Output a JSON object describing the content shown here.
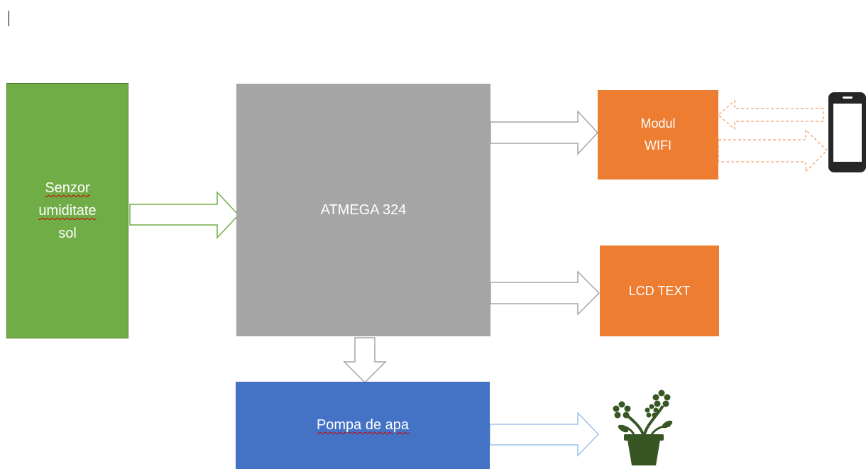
{
  "blocks": {
    "sensor": {
      "line1": "Senzor",
      "line2": "umiditate",
      "line3": "sol",
      "color": "#70ad47"
    },
    "mcu": {
      "label": "ATMEGA 324",
      "color": "#a5a5a5"
    },
    "wifi": {
      "line1": "Modul",
      "line2": "WIFI",
      "color": "#ed7d31"
    },
    "lcd": {
      "label": "LCD TEXT",
      "color": "#ed7d31"
    },
    "pump": {
      "label": "Pompa de apa",
      "color": "#4472c4"
    }
  },
  "icons": {
    "phone": "smartphone-icon",
    "plant": "potted-plant-icon"
  },
  "arrows": {
    "sensor_to_mcu": "right",
    "mcu_to_wifi": "right",
    "mcu_to_lcd": "right",
    "mcu_to_pump": "down",
    "pump_to_plant": "right",
    "phone_to_wifi": "left-dashed",
    "wifi_to_phone": "right-dashed"
  }
}
